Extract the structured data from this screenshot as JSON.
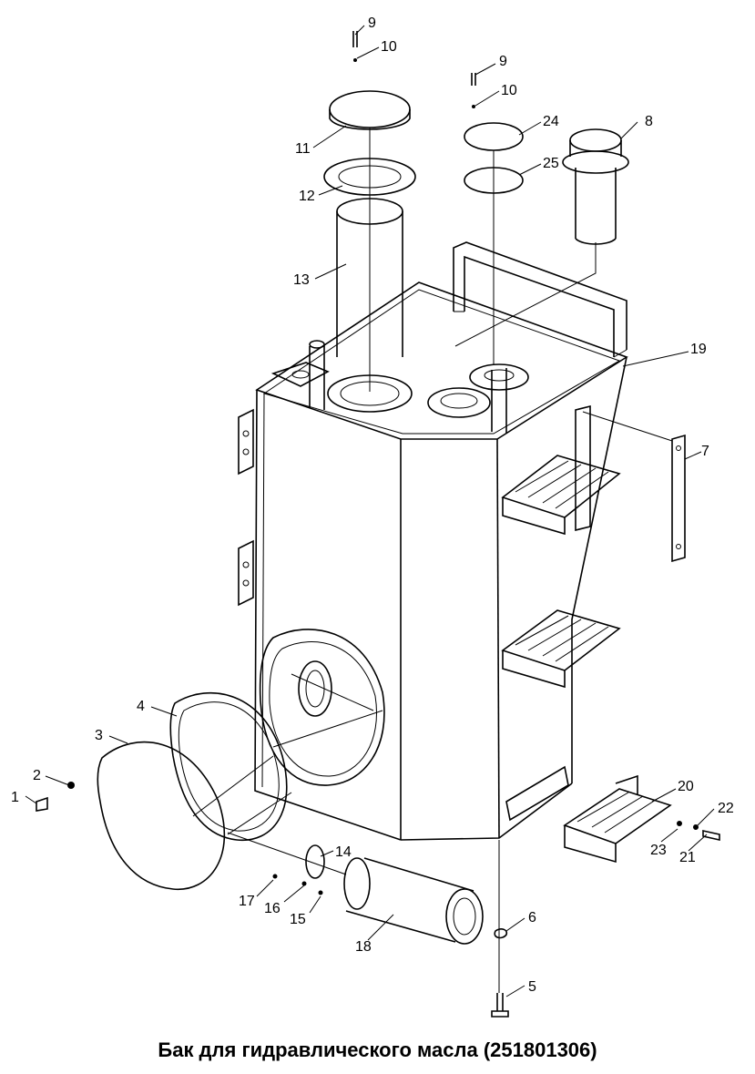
{
  "caption": "Бак для гидравлического масла (251801306)",
  "callouts": [
    "1",
    "2",
    "3",
    "4",
    "5",
    "6",
    "7",
    "8",
    "9",
    "10",
    "11",
    "12",
    "13",
    "14",
    "15",
    "16",
    "17",
    "18",
    "19",
    "20",
    "21",
    "22",
    "23",
    "24",
    "25"
  ]
}
